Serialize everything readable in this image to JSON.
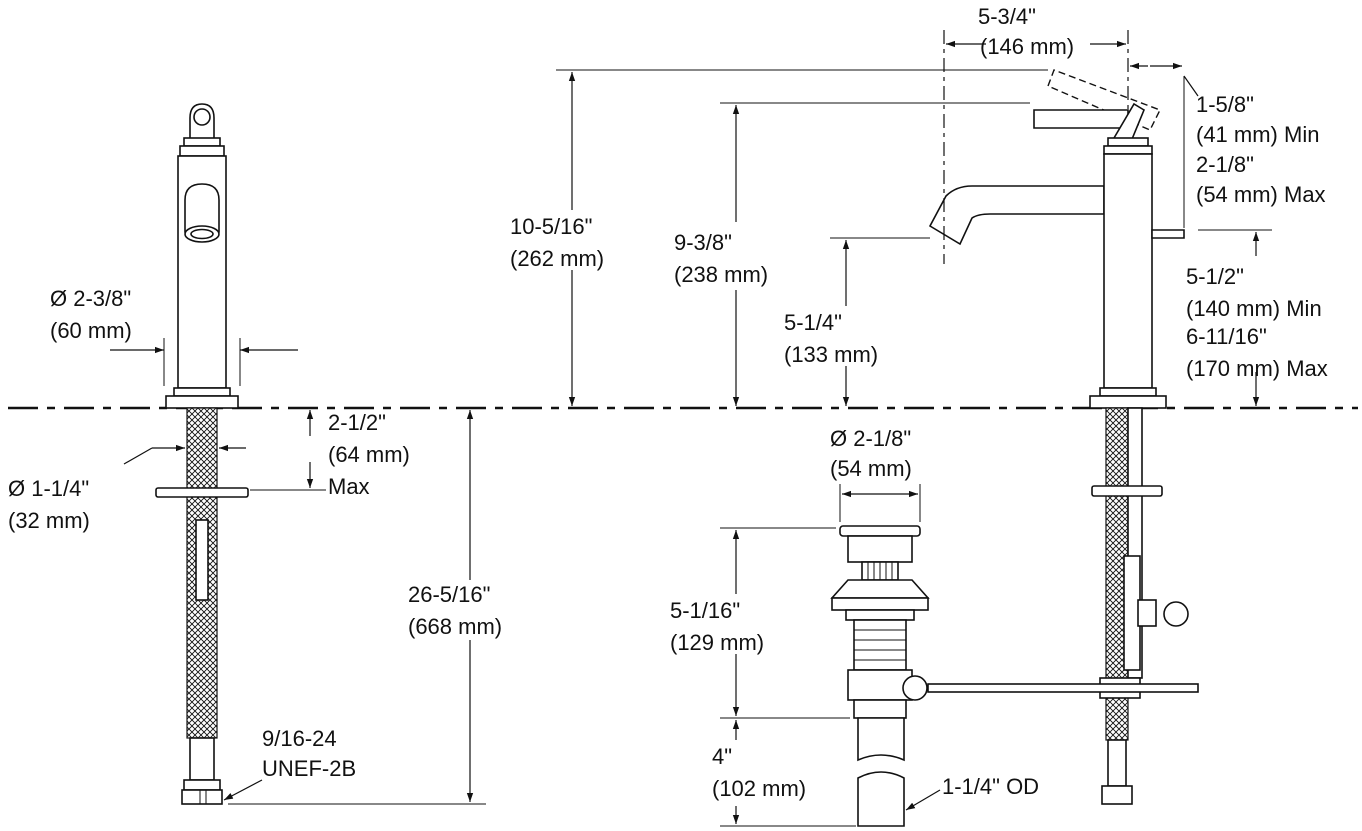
{
  "labels": {
    "top_width_in": "5-3/4\"",
    "top_width_mm": "(146 mm)",
    "handle_clear_in1": "1-5/8\"",
    "handle_clear_mm1": "(41 mm) Min",
    "handle_clear_in2": "2-1/8\"",
    "handle_clear_mm2": "(54 mm) Max",
    "overall_h_in": "10-5/16\"",
    "overall_h_mm": "(262 mm)",
    "body_h_in": "9-3/8\"",
    "body_h_mm": "(238 mm)",
    "spout_h_in": "5-1/4\"",
    "spout_h_mm": "(133 mm)",
    "handle_h_in1": "5-1/2\"",
    "handle_h_mm1": "(140 mm) Min",
    "handle_h_in2": "6-11/16\"",
    "handle_h_mm2": "(170 mm) Max",
    "base_dia_in": "Ø 2-3/8\"",
    "base_dia_mm": "(60 mm)",
    "shank_dia_in": "Ø 1-1/4\"",
    "shank_dia_mm": "(32 mm)",
    "deck_in": "2-1/2\"",
    "deck_mm": "(64 mm)",
    "deck_max": "Max",
    "supply_len_in": "26-5/16\"",
    "supply_len_mm": "(668 mm)",
    "thread_1": "9/16-24",
    "thread_2": "UNEF-2B",
    "drain_dia_in": "Ø 2-1/8\"",
    "drain_dia_mm": "(54 mm)",
    "drain_h_in": "5-1/16\"",
    "drain_h_mm": "(129 mm)",
    "tail_in": "4\"",
    "tail_mm": "(102 mm)",
    "tail_od": "1-1/4\" OD"
  }
}
